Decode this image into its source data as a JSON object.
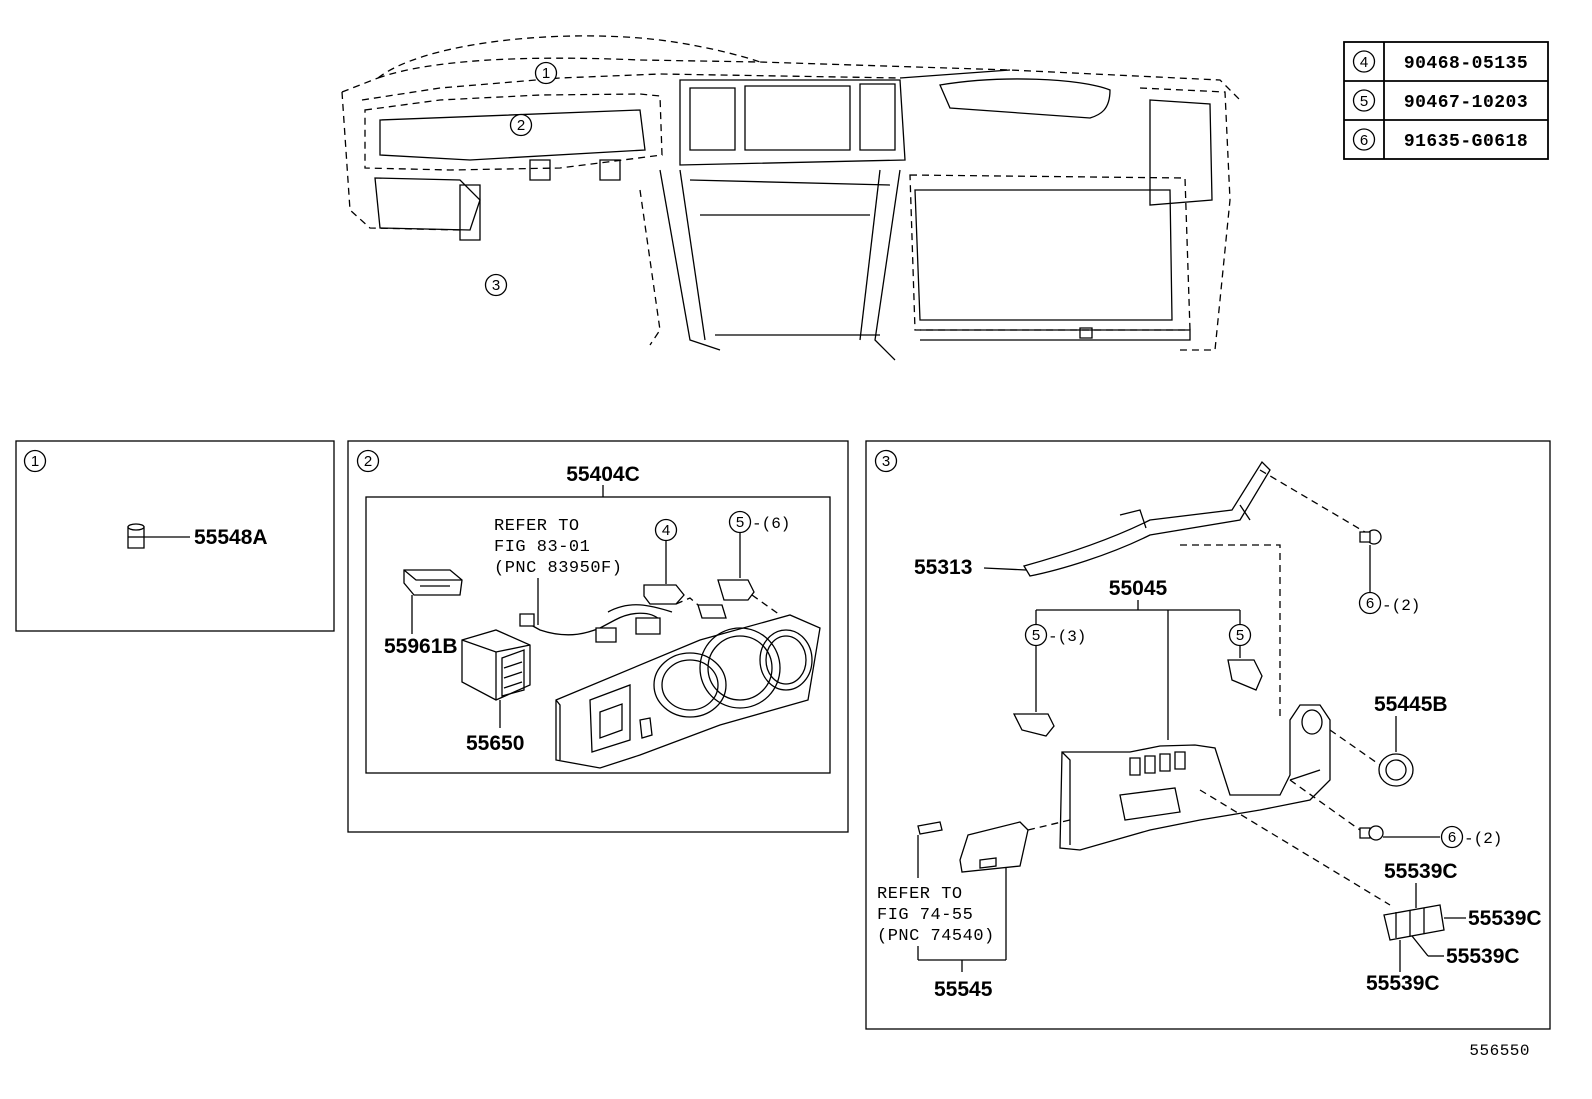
{
  "parts_table": [
    {
      "ref": "4",
      "part_no": "90468-05135"
    },
    {
      "ref": "5",
      "part_no": "90467-10203"
    },
    {
      "ref": "6",
      "part_no": "91635-G0618"
    }
  ],
  "overview": {
    "callouts": [
      "1",
      "2",
      "3"
    ]
  },
  "panel1": {
    "ref": "1",
    "labels": {
      "p55548A": "55548A"
    }
  },
  "panel2": {
    "ref": "2",
    "labels": {
      "p55404C": "55404C",
      "refer1": "REFER TO",
      "refer2": "FIG 83-01",
      "refer3": "(PNC 83950F)",
      "p55961B": "55961B",
      "p55650": "55650",
      "c4": "4",
      "c5": "5",
      "c5qty": "-(6)"
    }
  },
  "panel3": {
    "ref": "3",
    "labels": {
      "p55313": "55313",
      "p55045": "55045",
      "c5a": "5",
      "c5aqty": "-(3)",
      "c5b": "5",
      "c6a": "6",
      "c6aqty": "-(2)",
      "p55445B": "55445B",
      "c6b": "6",
      "c6bqty": "-(2)",
      "p55539C_a": "55539C",
      "p55539C_b": "55539C",
      "p55539C_c": "55539C",
      "p55539C_d": "55539C",
      "refer1": "REFER TO",
      "refer2": "FIG 74-55",
      "refer3": "(PNC 74540)",
      "p55545": "55545"
    }
  },
  "figure_id": "556550"
}
